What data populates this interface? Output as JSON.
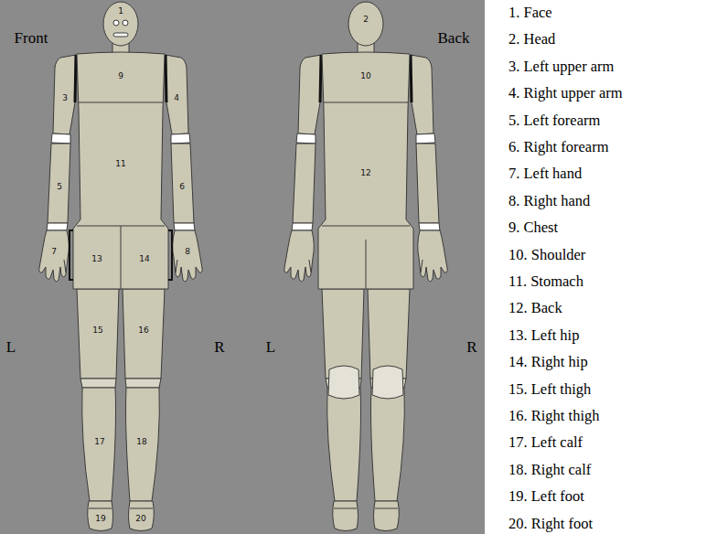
{
  "diagram": {
    "labels": [
      "Front",
      "L",
      "R",
      "Back",
      "L",
      "R",
      "1",
      "9",
      "3",
      "4",
      "11",
      "5",
      "6",
      "13",
      "14",
      "7",
      "8",
      "15",
      "16",
      "17",
      "18",
      "19",
      "20",
      "2",
      "10",
      "12",
      "1. Face",
      "2. Head",
      "3. Left upper arm",
      "4. Right upper arm",
      "5. Left forearm",
      "6. Right forearm",
      "7. Left hand",
      "8. Right hand",
      "9. Chest",
      "10. Shoulder",
      "11. Stomach",
      "12. Back",
      "13. Left hip",
      "14. Right hip",
      "15. Left thigh",
      "16. Right thigh",
      "17. Left calf",
      "18. Right calf",
      "19. Left foot",
      "20. Right foot"
    ]
  }
}
